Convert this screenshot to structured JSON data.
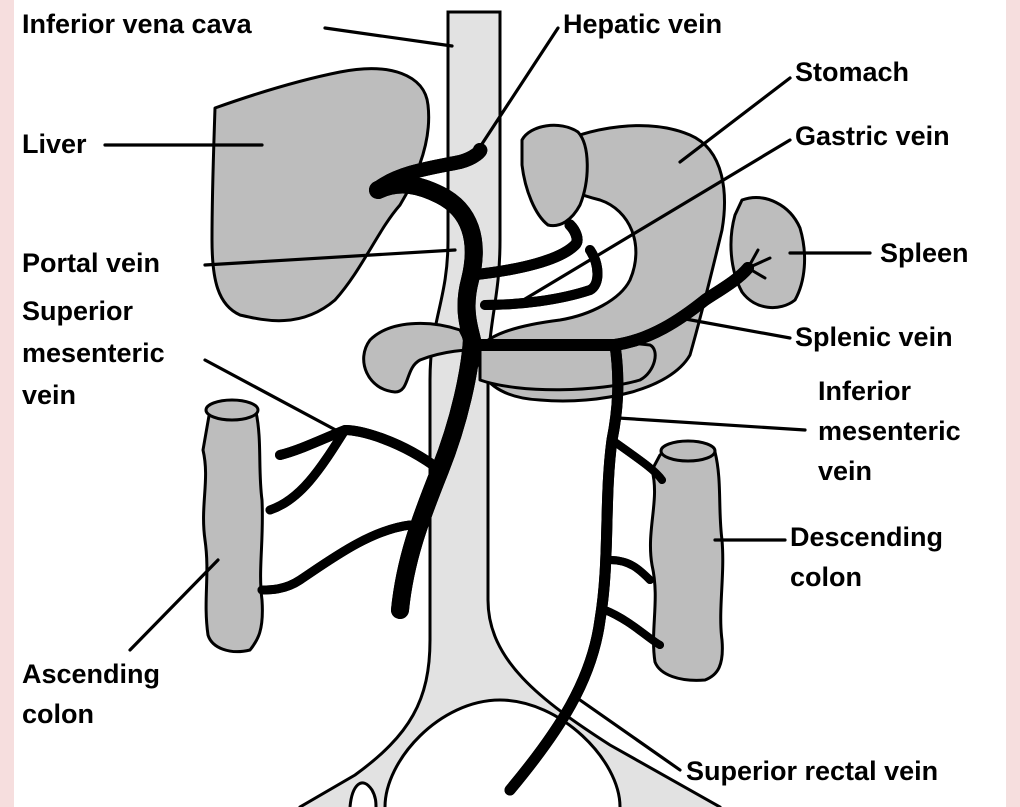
{
  "labels": {
    "inferior_vena_cava": "Inferior vena cava",
    "hepatic_vein": "Hepatic vein",
    "stomach": "Stomach",
    "liver": "Liver",
    "gastric_vein": "Gastric vein",
    "portal_vein": "Portal vein",
    "spleen": "Spleen",
    "superior_mesenteric_1": "Superior",
    "superior_mesenteric_2": "mesenteric",
    "superior_mesenteric_3": "vein",
    "splenic_vein": "Splenic vein",
    "inferior_mesenteric_1": "Inferior",
    "inferior_mesenteric_2": "mesenteric",
    "inferior_mesenteric_3": "vein",
    "descending_colon_1": "Descending",
    "descending_colon_2": "colon",
    "ascending_colon_1": "Ascending",
    "ascending_colon_2": "colon",
    "superior_rectal_vein": "Superior rectal vein"
  },
  "colors": {
    "organ_fill": "#bdbdbd",
    "vein_fill": "#6e6e6e",
    "vena_cava_fill": "#e2e2e2",
    "outline": "#000000"
  }
}
